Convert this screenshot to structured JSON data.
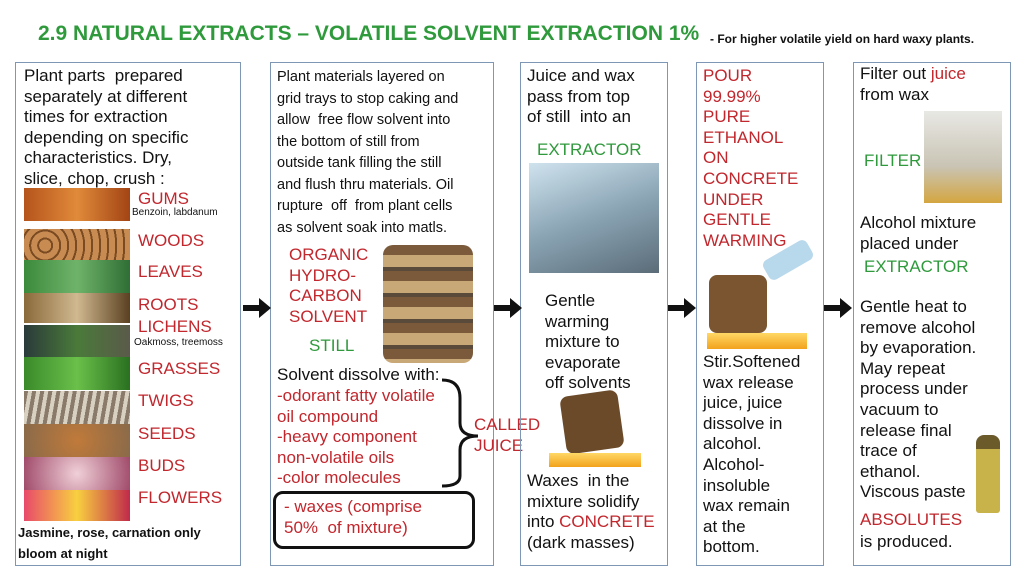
{
  "title": "2.9 NATURAL EXTRACTS – VOLATILE SOLVENT EXTRACTION  1%",
  "subtitle": "- For higher volatile yield on hard waxy plants.",
  "colors": {
    "title": "#2f9a3c",
    "accent_red": "#c1272d",
    "box_border": "#7d97b5"
  },
  "box1": {
    "intro": "Plant parts  prepared\nseparately at different\ntimes for extraction\ndepending on specific\ncharacteristics. Dry,\nslice, chop, crush :",
    "parts": [
      {
        "label": "GUMS",
        "note": "Benzoin, labdanum"
      },
      {
        "label": "WOODS"
      },
      {
        "label": "LEAVES"
      },
      {
        "label": "ROOTS"
      },
      {
        "label": "LICHENS",
        "note": "Oakmoss, treemoss"
      },
      {
        "label": "GRASSES"
      },
      {
        "label": "TWIGS"
      },
      {
        "label": "SEEDS"
      },
      {
        "label": "BUDS"
      },
      {
        "label": "FLOWERS"
      }
    ],
    "footer": "Jasmine, rose, carnation only\nbloom at night"
  },
  "box2": {
    "intro": "Plant materials layered on\ngrid trays to stop caking and\nallow  free flow solvent into\nthe bottom of still from\noutside tank filling the still\nand flush thru materials. Oil\nrupture  off  from plant cells\nas solvent soak into matls.",
    "solvent": "ORGANIC\nHYDRO-\nCARBON\nSOLVENT",
    "still": "STILL",
    "dissolve": "Solvent dissolve with:",
    "items": "-odorant fatty volatile\noil compound\n-heavy component\nnon-volatile oils\n-color molecules",
    "called": "CALLED\nJUICE",
    "waxes": "- waxes (comprise\n50%  of mixture)"
  },
  "box3": {
    "intro": "Juice and wax\npass from top\nof still  into an",
    "extractor": "EXTRACTOR",
    "warming": "Gentle\nwarming\nmixture to\nevaporate\noff solvents",
    "waxes_a": "Waxes  in the\nmixture solidify\ninto ",
    "concrete": "CONCRETE",
    "waxes_b": "(dark masses)"
  },
  "box4": {
    "pour": "POUR\n99.99%\nPURE\nETHANOL\nON\nCONCRETE\nUNDER\nGENTLE\nWARMING",
    "stir": "Stir.Softened\nwax release\njuice, juice\ndissolve in\nalcohol.\nAlcohol-\ninsoluble\nwax remain\nat the\nbottom."
  },
  "box5": {
    "filter_a": "Filter out ",
    "juice": "juice",
    "filter_b": "from wax",
    "filter_label": "FILTER",
    "alcohol": "Alcohol mixture\nplaced under",
    "extractor": "EXTRACTOR",
    "heat": "Gentle heat to\nremove alcohol\nby evaporation.\nMay repeat\nprocess under\nvacuum to\nrelease final\ntrace of\nethanol.\nViscous paste",
    "absolutes": "ABSOLUTES",
    "produced": "is produced."
  }
}
